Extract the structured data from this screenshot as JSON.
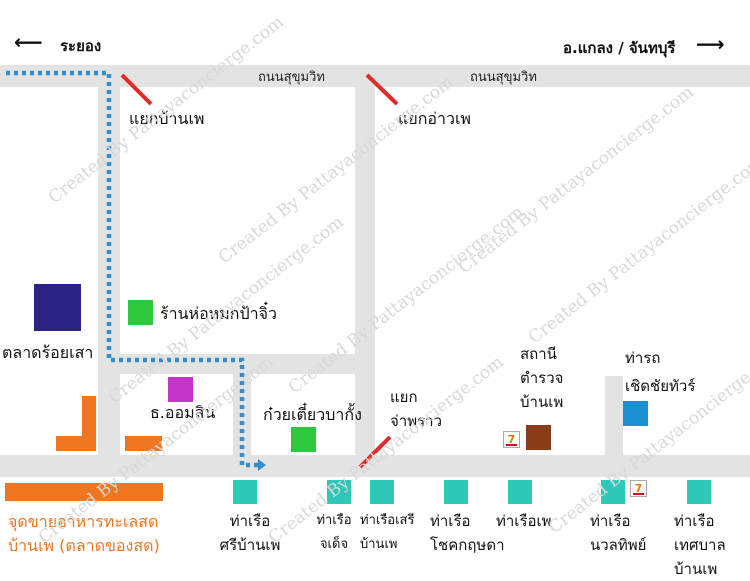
{
  "directions": {
    "west_label": "ระยอง",
    "east_label": "อ.แกลง / จันทบุรี"
  },
  "roads": {
    "sukhumvit_left": "ถนนสุขุมวิท",
    "sukhumvit_right": "ถนนสุขุมวิท"
  },
  "intersections": {
    "baan_phe": "แยกบ้านเพ",
    "ao_phe": "แยกอ่าวเพ",
    "jamprao_line1": "แยก",
    "jamprao_line2": "จ่าพราว"
  },
  "places": {
    "ran_hor_mok": "ร้านห่อหมกป้าจิ๋ว",
    "talad_roi_sao": "ตลาดร้อยเสา",
    "bank_omsin": "ธ.ออมสิน",
    "kuay_tiew": "ก๋วยเตี๋ยวบากั้ง",
    "police_line1": "สถานี",
    "police_line2": "ตำรวจ",
    "police_line3": "บ้านเพ",
    "bus_line1": "ท่ารถ",
    "bus_line2": "เชิดชัยทัวร์",
    "seafood_line1": "จุดขายอาหารทะเลสด",
    "seafood_line2": "บ้านเพ (ตลาดของสด)"
  },
  "piers": [
    {
      "line1": "ท่าเรือ",
      "line2": "ศรีบ้านเพ"
    },
    {
      "line1": "ท่าเรือ",
      "line2": "จเด็จ"
    },
    {
      "line1": "ท่าเรือเสรี",
      "line2": "บ้านเพ"
    },
    {
      "line1": "ท่าเรือ",
      "line2": "โชคกฤษดา"
    },
    {
      "line1": "ท่าเรือเพ",
      "line2": ""
    },
    {
      "line1": "ท่าเรือ",
      "line2": "นวลทิพย์"
    },
    {
      "line1": "ท่าเรือ",
      "line2": "เทศบาล",
      "line3": "บ้านเพ"
    }
  ],
  "seven_eleven": "7",
  "watermark": "Created By Pattayaconcierge.com",
  "colors": {
    "road": "#e3e3e3",
    "route_dots": "#2f8fd0",
    "intersection_marker": "#e02b2b",
    "pier": "#2ec7b8",
    "market": "#2c2384",
    "restaurant": "#2ec93f",
    "bank": "#c435c8",
    "police": "#8b3d1a",
    "bus_station": "#1a8fd2",
    "seafood": "#f07722",
    "seafood_text": "#f07722"
  }
}
